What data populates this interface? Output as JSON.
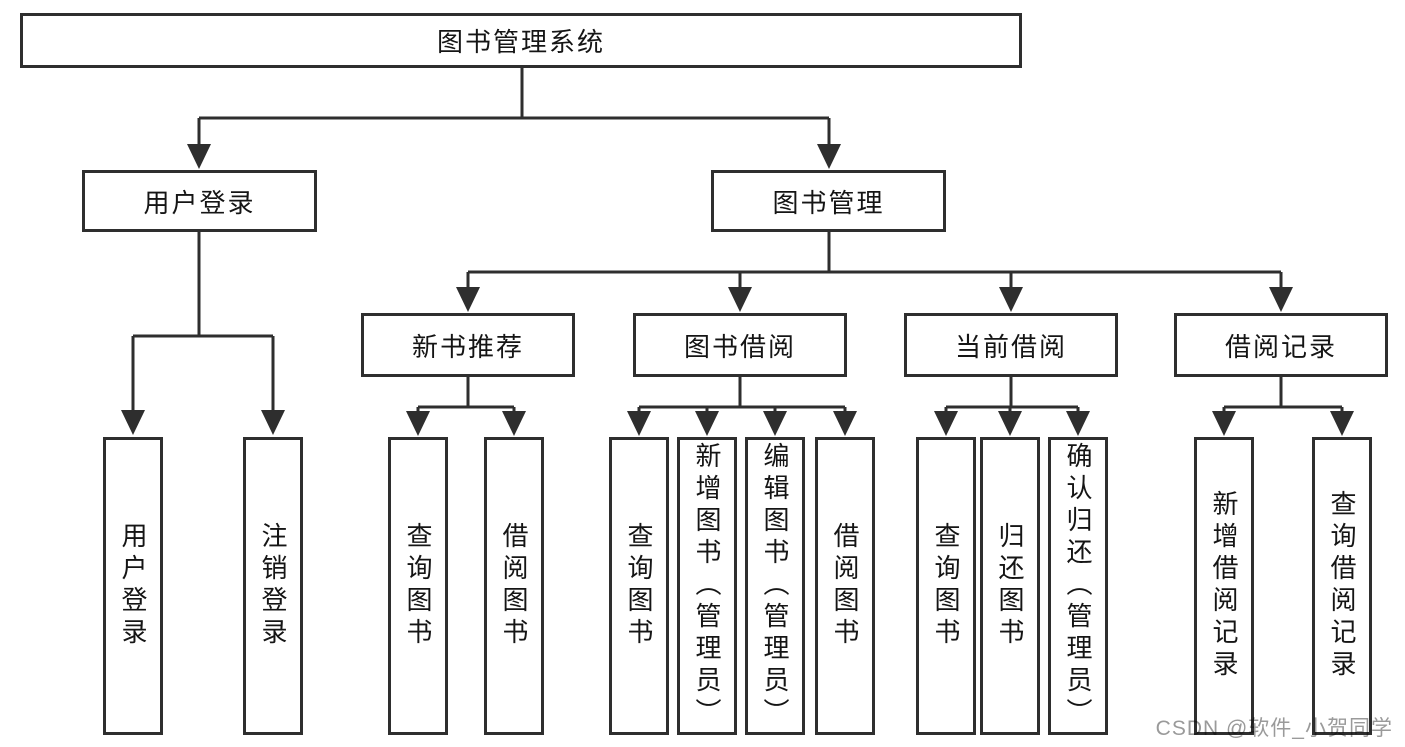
{
  "diagram": {
    "colors": {
      "line": "#2e2e2e",
      "text": "#151515",
      "background": "#ffffff",
      "watermark": "#9a9a9a"
    },
    "root": {
      "label": "图书管理系统"
    },
    "level2": [
      {
        "label": "用户登录"
      },
      {
        "label": "图书管理"
      }
    ],
    "level3": [
      {
        "label": "新书推荐",
        "parent": "图书管理"
      },
      {
        "label": "图书借阅",
        "parent": "图书管理"
      },
      {
        "label": "当前借阅",
        "parent": "图书管理"
      },
      {
        "label": "借阅记录",
        "parent": "图书管理"
      }
    ],
    "leaves": [
      {
        "label": "用户登录",
        "parent": "用户登录"
      },
      {
        "label": "注销登录",
        "parent": "用户登录"
      },
      {
        "label": "查询图书",
        "parent": "新书推荐"
      },
      {
        "label": "借阅图书",
        "parent": "新书推荐"
      },
      {
        "label": "查询图书",
        "parent": "图书借阅"
      },
      {
        "label": "新增图书（管理员）",
        "parent": "图书借阅"
      },
      {
        "label": "编辑图书（管理员）",
        "parent": "图书借阅"
      },
      {
        "label": "借阅图书",
        "parent": "图书借阅"
      },
      {
        "label": "查询图书",
        "parent": "当前借阅"
      },
      {
        "label": "归还图书",
        "parent": "当前借阅"
      },
      {
        "label": "确认归还（管理员）",
        "parent": "当前借阅"
      },
      {
        "label": "新增借阅记录",
        "parent": "借阅记录"
      },
      {
        "label": "查询借阅记录",
        "parent": "借阅记录"
      }
    ]
  },
  "watermark": {
    "text": "CSDN @软件_小贺同学"
  }
}
